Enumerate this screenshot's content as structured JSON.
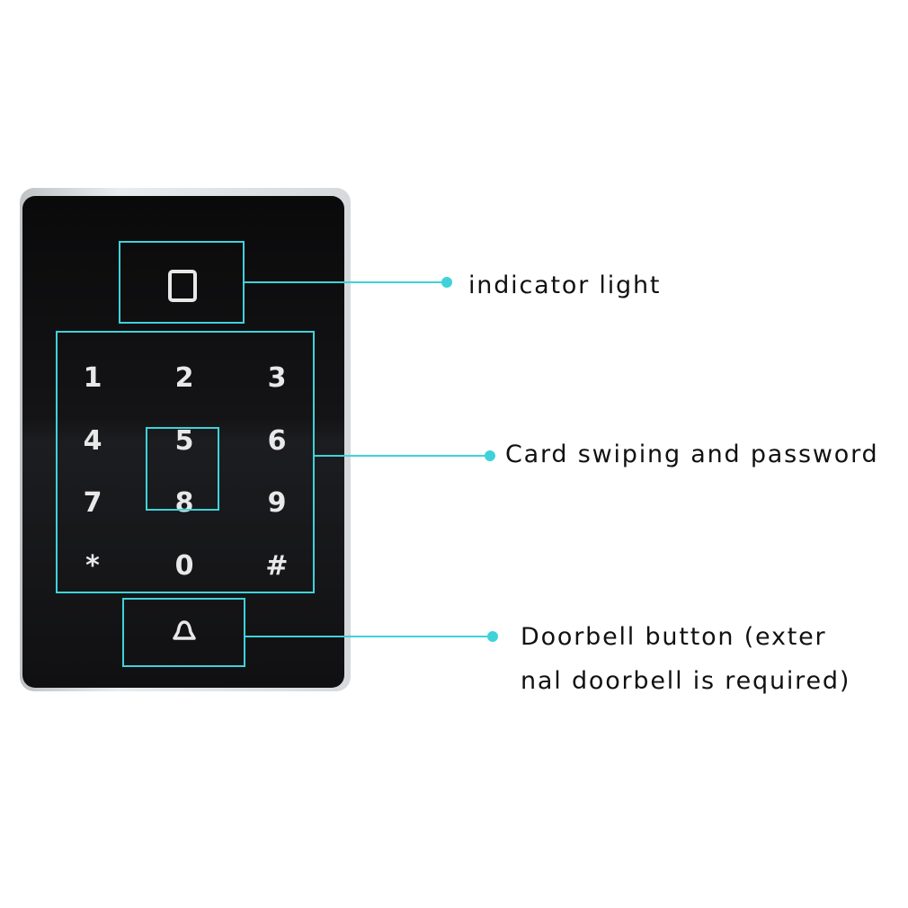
{
  "keypad": {
    "keys": [
      "1",
      "2",
      "3",
      "4",
      "5",
      "6",
      "7",
      "8",
      "9",
      "*",
      "0",
      "#"
    ]
  },
  "annotations": {
    "indicator": "indicator light",
    "keypad": "Card swiping and password",
    "doorbell_line1": "Doorbell button (exter",
    "doorbell_line2": "nal doorbell is required)"
  },
  "icons": {
    "indicator": "square-light-icon",
    "doorbell": "bell-icon"
  },
  "colors": {
    "callout": "#3fd2da",
    "panel": "#111113"
  }
}
